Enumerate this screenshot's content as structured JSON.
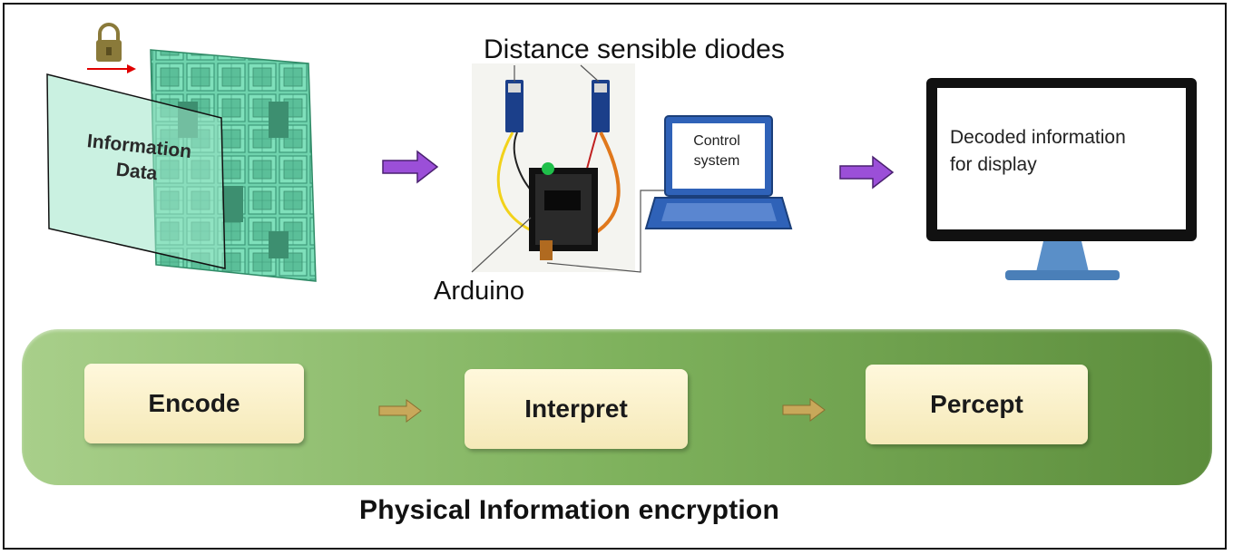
{
  "sensor_label": "Distance sensible diodes",
  "arduino_label": "Arduino",
  "information_label": {
    "line1": "Information",
    "line2": "Data"
  },
  "control_system": {
    "line1": "Control",
    "line2": "system"
  },
  "display_text": {
    "line1": "Decoded information",
    "line2": "for display"
  },
  "steps": [
    "Encode",
    "Interpret",
    "Percept"
  ],
  "footer_title": "Physical Information encryption",
  "colors": {
    "panel_green": "#5fc79c",
    "arrow_purple": "#9b4fd8",
    "band_green": "#7fb25d",
    "step_cream": "#f8edc3",
    "step_arrow": "#c8a85a",
    "laptop_blue": "#2f62b8",
    "monitor_black": "#111111"
  }
}
